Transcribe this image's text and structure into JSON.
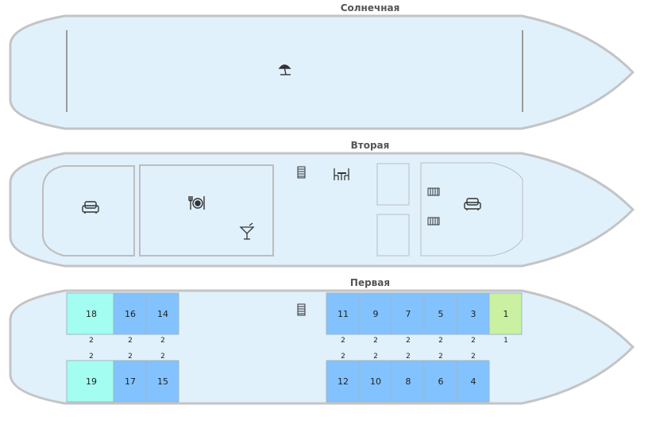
{
  "decks": {
    "sun": {
      "title": "Солнечная"
    },
    "second": {
      "title": "Вторая"
    },
    "first": {
      "title": "Первая"
    }
  },
  "colors": {
    "hull_fill": "#e0f1fc",
    "hull_stroke": "#c4c4c4",
    "cabin_blue": "#82c2ff",
    "cabin_cyan": "#a3fdf0",
    "cabin_green": "#caf0a1"
  },
  "icons": {
    "sun_deck": [
      "umbrella-icon"
    ],
    "second_deck": [
      "sofa-icon",
      "restaurant-icon",
      "cocktail-icon",
      "stairs-icon",
      "cafe-table-icon",
      "heater-icon",
      "heater-icon",
      "sofa-icon"
    ],
    "first_deck": [
      "stairs-icon"
    ]
  },
  "cabins": {
    "c1": {
      "number": "1",
      "berths": "1",
      "color": "green"
    },
    "c3": {
      "number": "3",
      "berths": "2",
      "color": "blue"
    },
    "c4": {
      "number": "4",
      "berths": "2",
      "color": "blue"
    },
    "c5": {
      "number": "5",
      "berths": "2",
      "color": "blue"
    },
    "c6": {
      "number": "6",
      "berths": "2",
      "color": "blue"
    },
    "c7": {
      "number": "7",
      "berths": "2",
      "color": "blue"
    },
    "c8": {
      "number": "8",
      "berths": "2",
      "color": "blue"
    },
    "c9": {
      "number": "9",
      "berths": "2",
      "color": "blue"
    },
    "c10": {
      "number": "10",
      "berths": "2",
      "color": "blue"
    },
    "c11": {
      "number": "11",
      "berths": "2",
      "color": "blue"
    },
    "c12": {
      "number": "12",
      "berths": "2",
      "color": "blue"
    },
    "c14": {
      "number": "14",
      "berths": "2",
      "color": "blue"
    },
    "c15": {
      "number": "15",
      "berths": "2",
      "color": "blue"
    },
    "c16": {
      "number": "16",
      "berths": "2",
      "color": "blue"
    },
    "c17": {
      "number": "17",
      "berths": "2",
      "color": "blue"
    },
    "c18": {
      "number": "18",
      "berths": "2",
      "color": "cyan"
    },
    "c19": {
      "number": "19",
      "berths": "2",
      "color": "cyan"
    }
  }
}
